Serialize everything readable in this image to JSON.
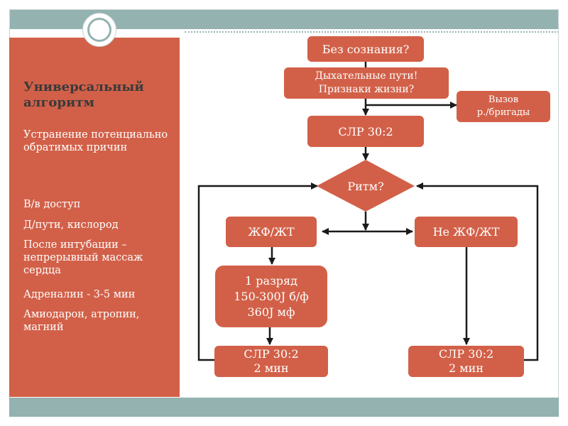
{
  "sidebar": {
    "title": "Универсальный алгоритм",
    "items": [
      "Устранение потенциально обратимых причин",
      "В/в доступ",
      " Д/пути, кислород",
      "После интубации – непрерывный массаж сердца",
      "Адреналин - 3-5 мин",
      "Амиодарон, атропин, магний"
    ]
  },
  "flowchart": {
    "unconscious": "Без сознания?",
    "airway": "Дыхательные пути!\nПризнаки жизни?",
    "call_team": "Вызов\nр./бригады",
    "cpr": "СЛР 30:2",
    "rhythm": "Ритм?",
    "vf_vt": "ЖФ/ЖТ",
    "non_vf_vt": "Не ЖФ/ЖТ",
    "shock": "1 разряд\n150-300J б/ф\n360J мф",
    "cpr_left": "СЛР 30:2\n2 мин",
    "cpr_right": "СЛР 30:2\n2 мин"
  },
  "colors": {
    "node": "#d26048",
    "accent": "#93b2b0",
    "line": "#1a1a1a"
  }
}
